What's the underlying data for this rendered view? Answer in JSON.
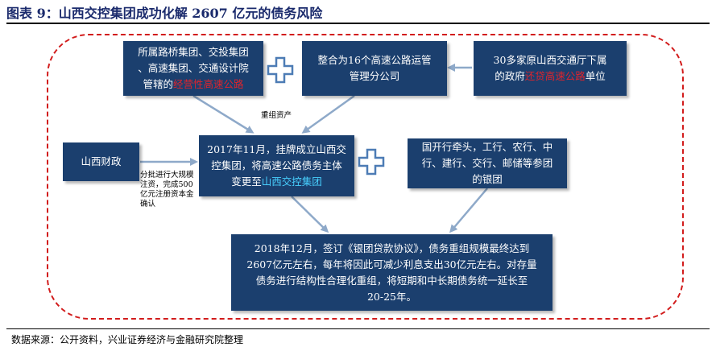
{
  "header": {
    "title": "图表 9：山西交控集团成功化解 2607 亿元的债务风险"
  },
  "diagram": {
    "box_left_top": {
      "line1": "所属路桥集团、交投集团",
      "line2": "、高速集团、交通设计院",
      "line3_prefix": "管辖的",
      "line3_highlight": "经营性高速公路"
    },
    "box_center_top": {
      "line1": "整合为16个高速公路运管",
      "line2": "管理分公司"
    },
    "box_right_top": {
      "line1": "30多家原山西交通厅下属",
      "line2_prefix": "的政府",
      "line2_highlight": "还贷高速公路",
      "line2_suffix": "单位"
    },
    "box_finance": {
      "label": "山西财政"
    },
    "box_main": {
      "line1": "2017年11月，挂牌成立山西交",
      "line2": "控集团，将高速公路债务主体",
      "line3_prefix": "变更至",
      "line3_highlight": "山西交控集团"
    },
    "box_banks": {
      "line1": "国开行牵头，工行、农行、中",
      "line2": "行、建行、交行、邮储等参团",
      "line3": "的银团"
    },
    "box_bottom": {
      "line1": "2018年12月，签订《银团贷款协议》，债务重组规模最终达到",
      "line2": "2607亿元左右，每年将因此可减少利息支出30亿元左右。对存量",
      "line3": "债务进行结构性合理化重组，将短期和中长期债务统一延长至",
      "line4": "20-25年。"
    },
    "notes": {
      "restructure_assets": "重组资产",
      "finance_line1": "分批进行大规模",
      "finance_line2": "注资，完成500",
      "finance_line3": "亿元注册资本金",
      "finance_line4": "确认"
    },
    "colors": {
      "box_fill": "#1b3f6e",
      "highlight_red": "#e0242c",
      "highlight_cyan": "#48d0ff",
      "frame_red": "#d21c1c",
      "arrow": "#8ea9c9",
      "plus_stroke": "#4d7cb5"
    },
    "icons": [
      "plus-icon",
      "arrow-icon"
    ]
  },
  "footer": {
    "source": "数据来源：公开资料，兴业证券经济与金融研究院整理"
  }
}
